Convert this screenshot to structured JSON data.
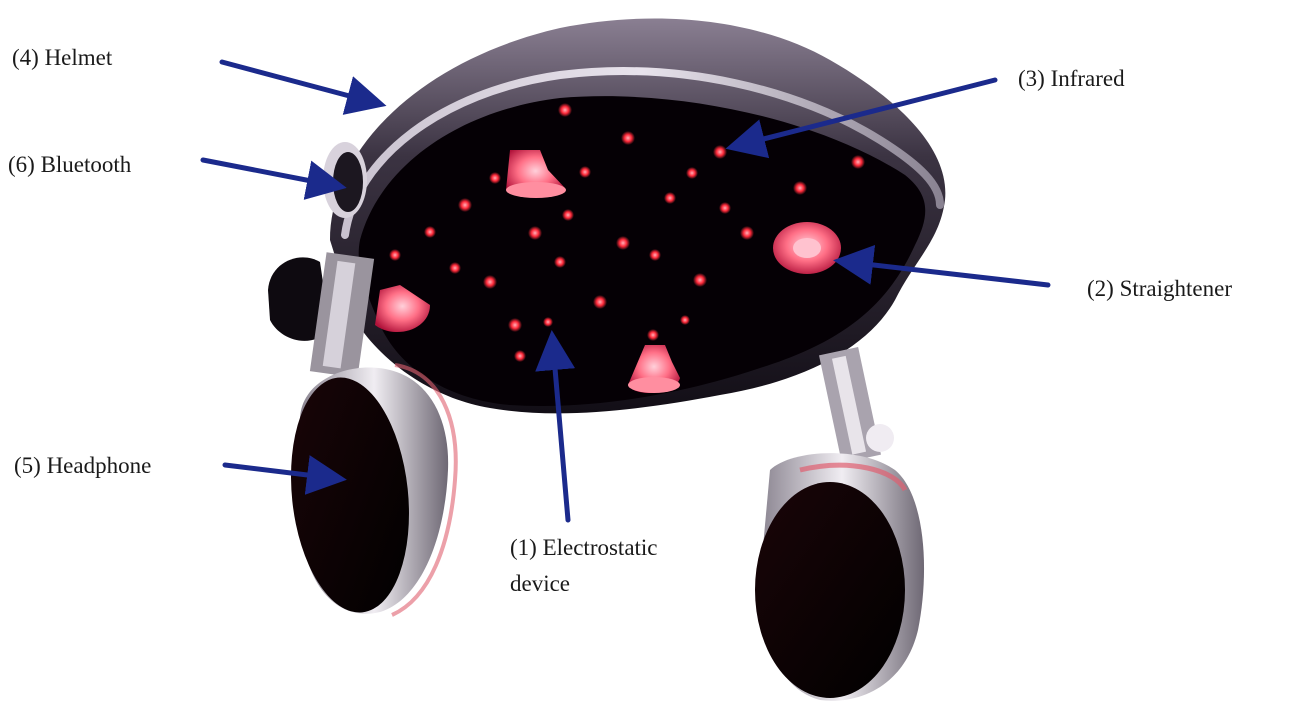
{
  "labels": {
    "helmet": "(4) Helmet",
    "bluetooth": "(6) Bluetooth",
    "infrared": "(3) Infrared",
    "straightener": "(2) Straightener",
    "headphone": "(5) Headphone",
    "electrostatic_line1": "(1) Electrostatic",
    "electrostatic_line2": "device"
  },
  "colors": {
    "arrow": "#1b2a8c",
    "helmet_shell": "#3a3240",
    "inner": "#050005",
    "led": "#ff2a3a",
    "nozzle": "#ff6f86"
  }
}
